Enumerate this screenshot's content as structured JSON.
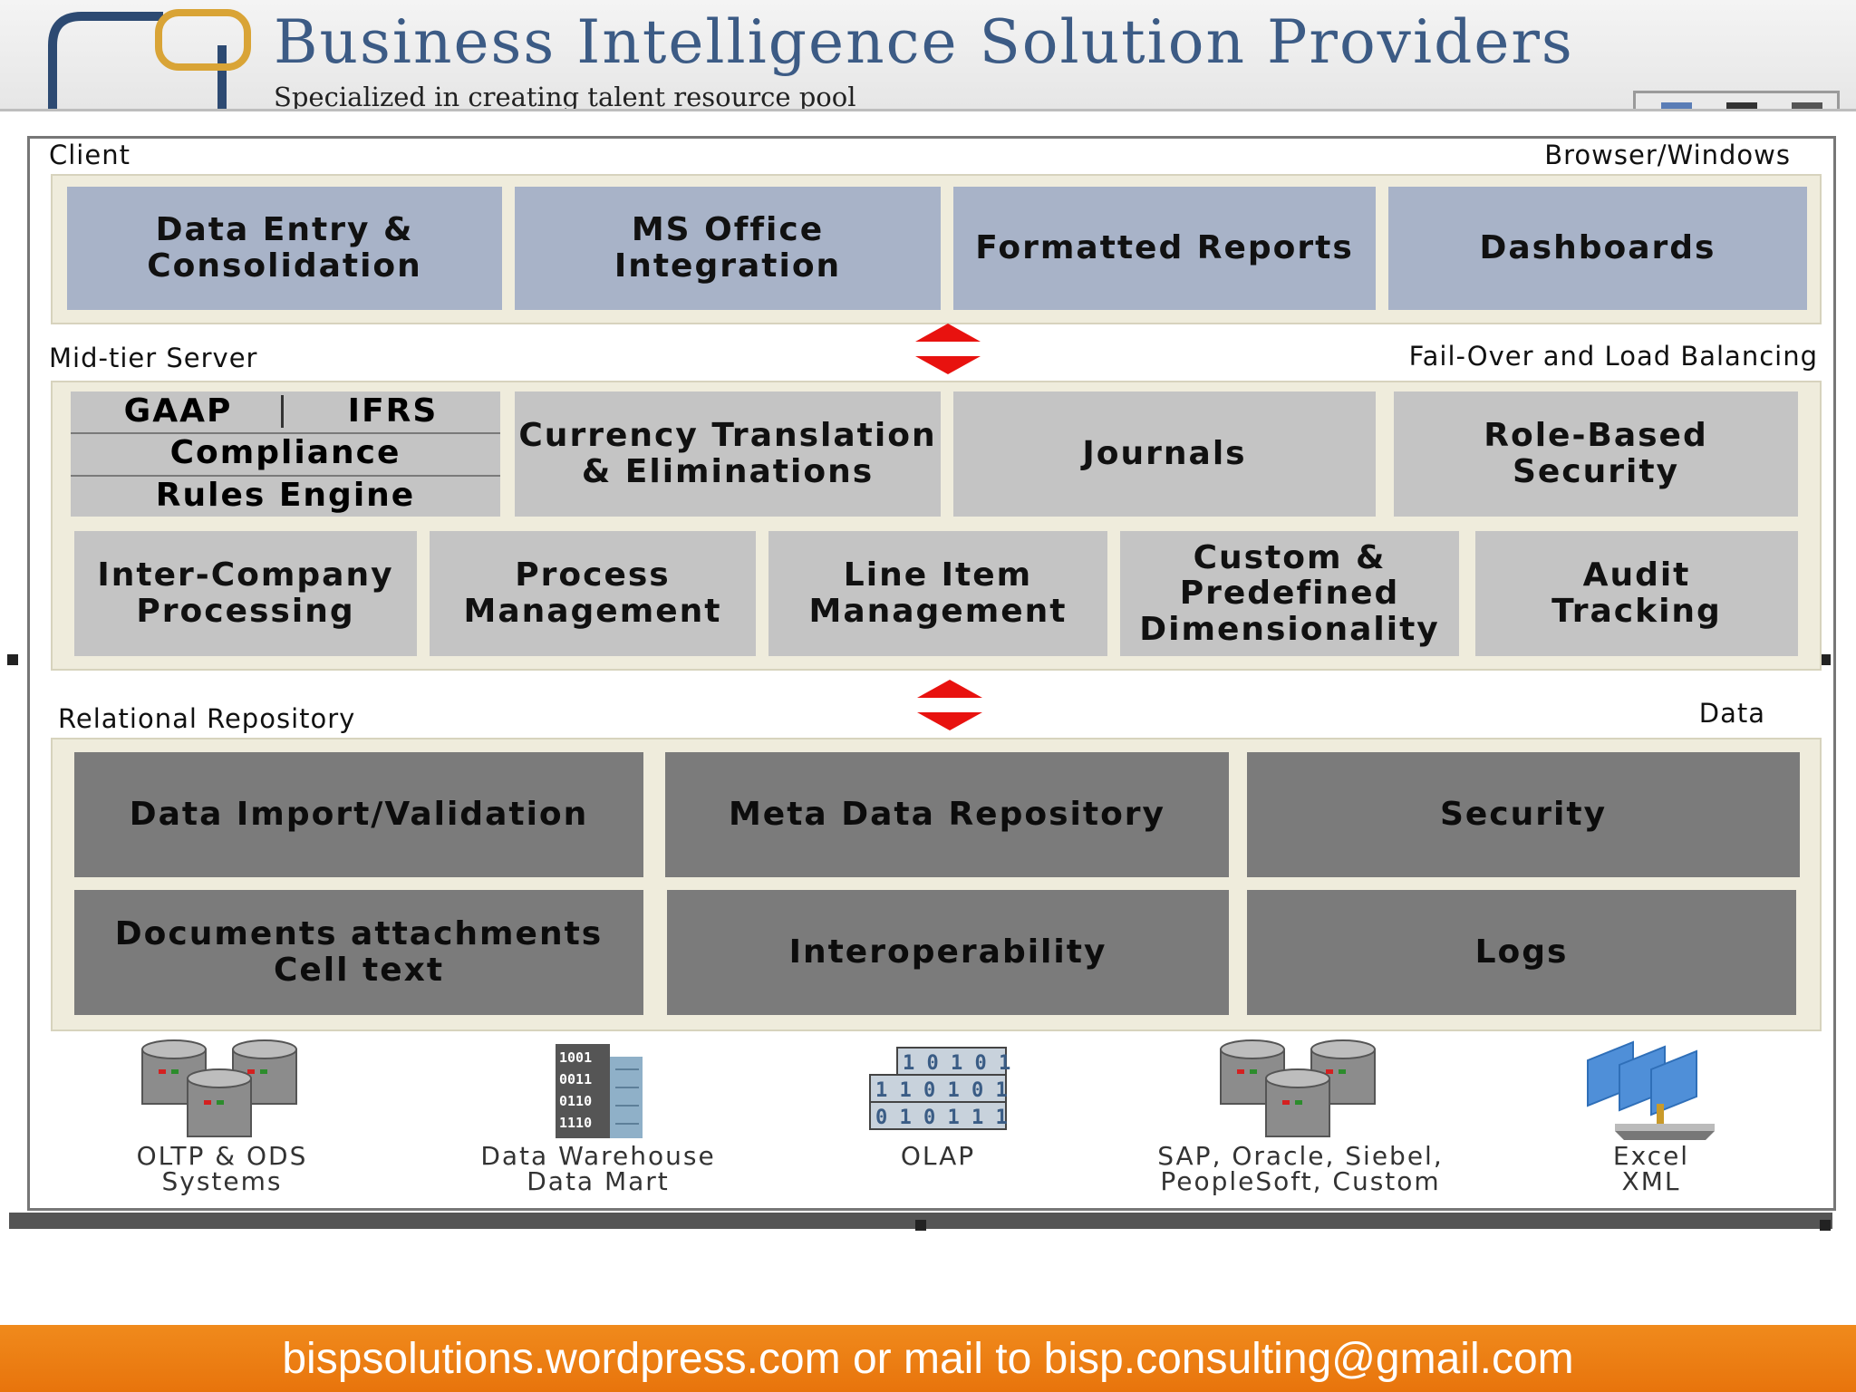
{
  "header": {
    "title": "Business Intelligence Solution Providers",
    "tagline": "Specialized in creating talent resource pool"
  },
  "client_tier": {
    "label": "Client",
    "note": "Browser/Windows",
    "boxes": [
      "Data Entry &\nConsolidation",
      "MS Office Integration",
      "Formatted Reports",
      "Dashboards"
    ]
  },
  "mid_tier": {
    "label": "Mid-tier Server",
    "note": "Fail-Over and Load Balancing",
    "rules": {
      "gaap": "GAAP",
      "ifrs": "IFRS",
      "compliance": "Compliance",
      "engine": "Rules Engine"
    },
    "row1": [
      "Currency Translation\n& Eliminations",
      "Journals",
      "Role-Based\nSecurity"
    ],
    "row2": [
      "Inter-Company\nProcessing",
      "Process\nManagement",
      "Line Item\nManagement",
      "Custom &\nPredefined\nDimensionality",
      "Audit\nTracking"
    ]
  },
  "repository_tier": {
    "label": "Relational Repository",
    "note": "Data",
    "row1": [
      "Data Import/Validation",
      "Meta Data Repository",
      "Security"
    ],
    "row2": [
      "Documents attachments\nCell text",
      "Interoperability",
      "Logs"
    ]
  },
  "sources": [
    {
      "label": "OLTP & ODS\nSystems",
      "icon": "database-cluster-icon"
    },
    {
      "label": "Data Warehouse\nData Mart",
      "icon": "data-warehouse-icon"
    },
    {
      "label": "OLAP",
      "icon": "olap-cube-icon"
    },
    {
      "label": "SAP, Oracle, Siebel,\nPeopleSoft, Custom",
      "icon": "database-cluster-icon"
    },
    {
      "label": "Excel\nXML",
      "icon": "document-stack-icon"
    }
  ],
  "footer": {
    "text": "bispsolutions.wordpress.com or mail to bisp.consulting@gmail.com"
  },
  "colors": {
    "client": "#a8b3c8",
    "mid": "#c4c4c4",
    "repo": "#7b7b7b",
    "panel": "#efecdc",
    "arrow": "#e8120f",
    "footer": "#ee7f16",
    "title": "#3c5b85"
  }
}
